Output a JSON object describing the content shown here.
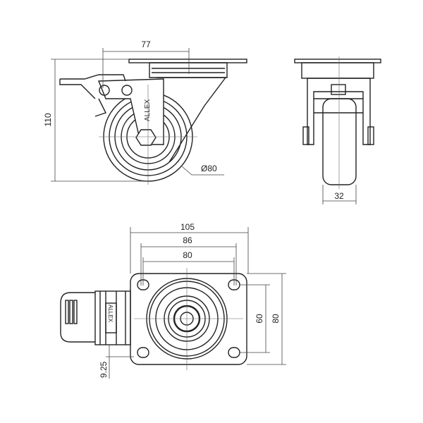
{
  "title": "Swivel caster with brake - dimension drawing",
  "side_view": {
    "width_dim": "77",
    "height_dim": "110",
    "diameter_dim": "Ø80",
    "brand_mark": "ALLEX"
  },
  "front_view": {
    "wheel_width_dim": "32"
  },
  "top_view": {
    "plate_width_dim": "105",
    "hole_span_outer_dim": "86",
    "hole_span_inner_dim": "80",
    "hole_span_vertical_dim": "60",
    "plate_height_dim": "80",
    "brake_offset_dim": "9.25",
    "brand_label": "ALLEX"
  },
  "colors": {
    "line": "#222222",
    "background": "#ffffff"
  }
}
